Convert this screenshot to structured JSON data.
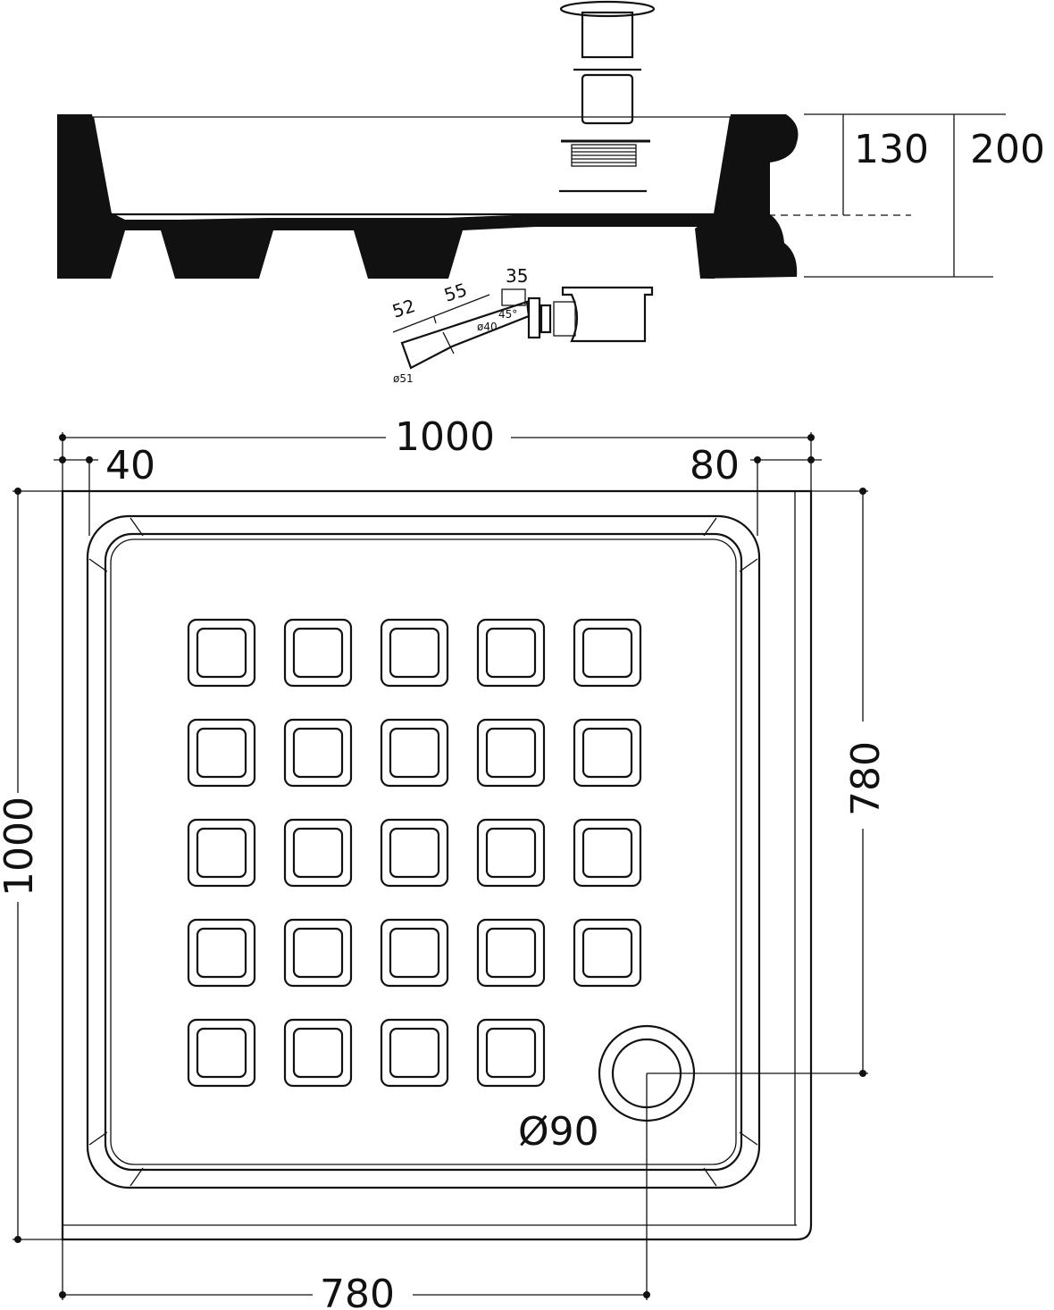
{
  "colors": {
    "ink": "#111111",
    "paper": "#ffffff"
  },
  "section": {
    "dimensions": {
      "depth_inner": "130",
      "depth_total": "200"
    }
  },
  "siphon": {
    "labels": {
      "a": "52",
      "b": "55",
      "c": "35",
      "angle": "45°",
      "pipe": "ø40",
      "outlet": "ø51"
    }
  },
  "plan": {
    "dimensions": {
      "top_width": "1000",
      "left_height": "1000",
      "left_margin": "40",
      "right_margin": "80",
      "right_drain_offset": "780",
      "bottom_drain_offset": "780",
      "drain_diameter": "Ø90"
    },
    "grid": {
      "rows": [
        5,
        5,
        5,
        5,
        4
      ]
    }
  }
}
